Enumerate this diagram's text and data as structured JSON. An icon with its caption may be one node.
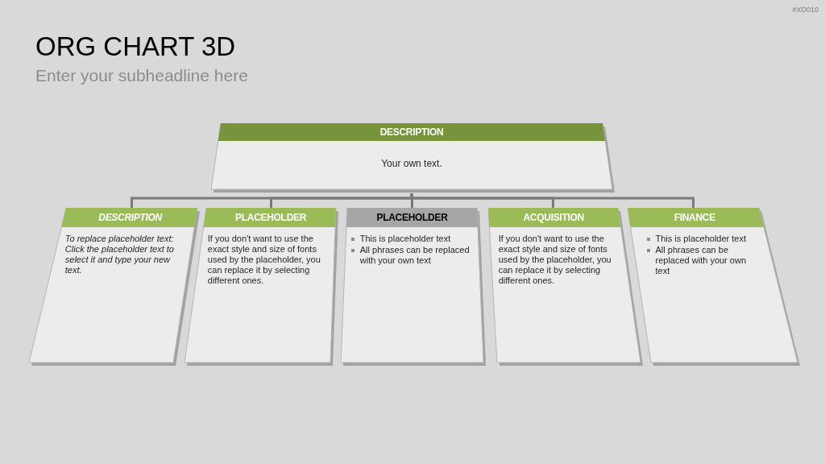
{
  "diagram": {
    "title": "ORG CHART 3D",
    "nodes": [
      {
        "text": [
          "DESCRIPTION",
          "Your own text."
        ]
      },
      {
        "text": [
          "DESCRIPTION",
          "To replace placeholder text: Click the placeholder text to select it and type your new text."
        ]
      },
      {
        "text": [
          "PLACEHOLDER",
          "If you don't want to use the exact style and size of fonts used by the placeholder, you can replace it by selecting different ones."
        ]
      },
      {
        "text": [
          "PLACEHOLDER",
          "This is placeholder text",
          "All phrases can be replaced with your own text"
        ]
      },
      {
        "text": [
          "ACQUISITION",
          "If you don't want to use the exact style and size of fonts used by the placeholder, you can replace it by selecting different ones."
        ]
      },
      {
        "text": [
          "FINANCE",
          "This is placeholder text",
          "All phrases can be replaced with your own text"
        ]
      }
    ],
    "edges": [
      {
        "from": 0,
        "to": 1,
        "arrow": "none"
      },
      {
        "from": 0,
        "to": 2,
        "arrow": "none"
      },
      {
        "from": 0,
        "to": 3,
        "arrow": "none"
      },
      {
        "from": 0,
        "to": 4,
        "arrow": "none"
      },
      {
        "from": 0,
        "to": 5,
        "arrow": "none"
      }
    ],
    "labels": [
      "Enter your subheadline here",
      "#XD010"
    ]
  }
}
